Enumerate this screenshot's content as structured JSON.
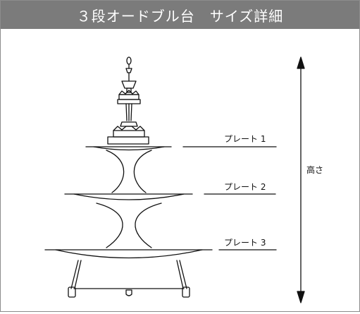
{
  "header": {
    "title": "３段オードブル台　サイズ詳細"
  },
  "diagram": {
    "plates": [
      {
        "label": "プレート 1"
      },
      {
        "label": "プレート 2"
      },
      {
        "label": "プレート 3"
      }
    ],
    "height_label": "高さ"
  },
  "colors": {
    "title_bg": "#7b7b7b",
    "title_text": "#ffffff",
    "line": "#111111"
  }
}
